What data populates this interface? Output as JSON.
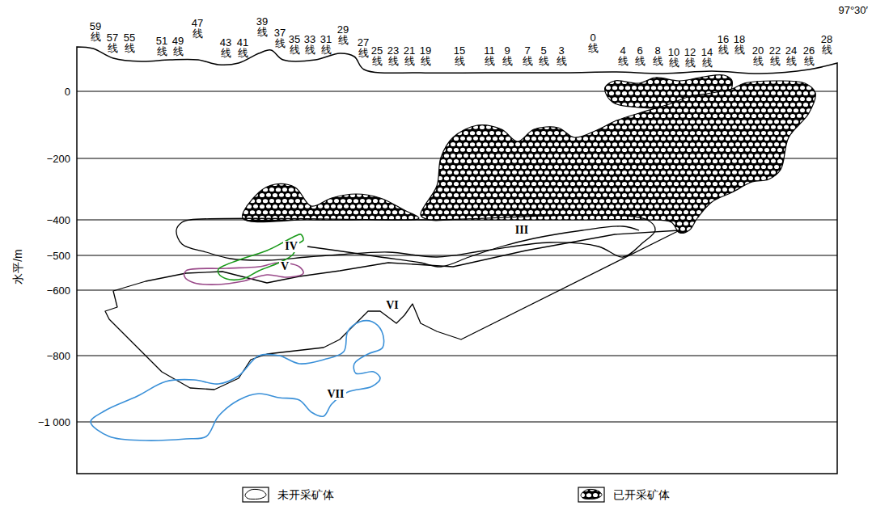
{
  "diagram": {
    "labels": [
      "59线",
      "57线",
      "55线",
      "51线",
      "49线",
      "47线",
      "43线",
      "41线",
      "39线",
      "37线",
      "35线",
      "33线",
      "31线",
      "29线",
      "27线",
      "25线",
      "23线",
      "21线",
      "19线",
      "15线",
      "11线",
      "9线",
      "7线",
      "5线",
      "3线",
      "0线",
      "4线",
      "6线",
      "8线",
      "10线",
      "12线",
      "14线",
      "16线",
      "18线",
      "20线",
      "22线",
      "24线",
      "26线",
      "28线",
      "97°30′",
      "0",
      "−200",
      "−400",
      "−500",
      "−600",
      "−800",
      "−1 000",
      "水平/m",
      "III",
      "IV",
      "V",
      "VI",
      "VII"
    ],
    "legend": [
      {
        "text": "未开采矿体"
      },
      {
        "text": "已开采矿体"
      }
    ]
  }
}
